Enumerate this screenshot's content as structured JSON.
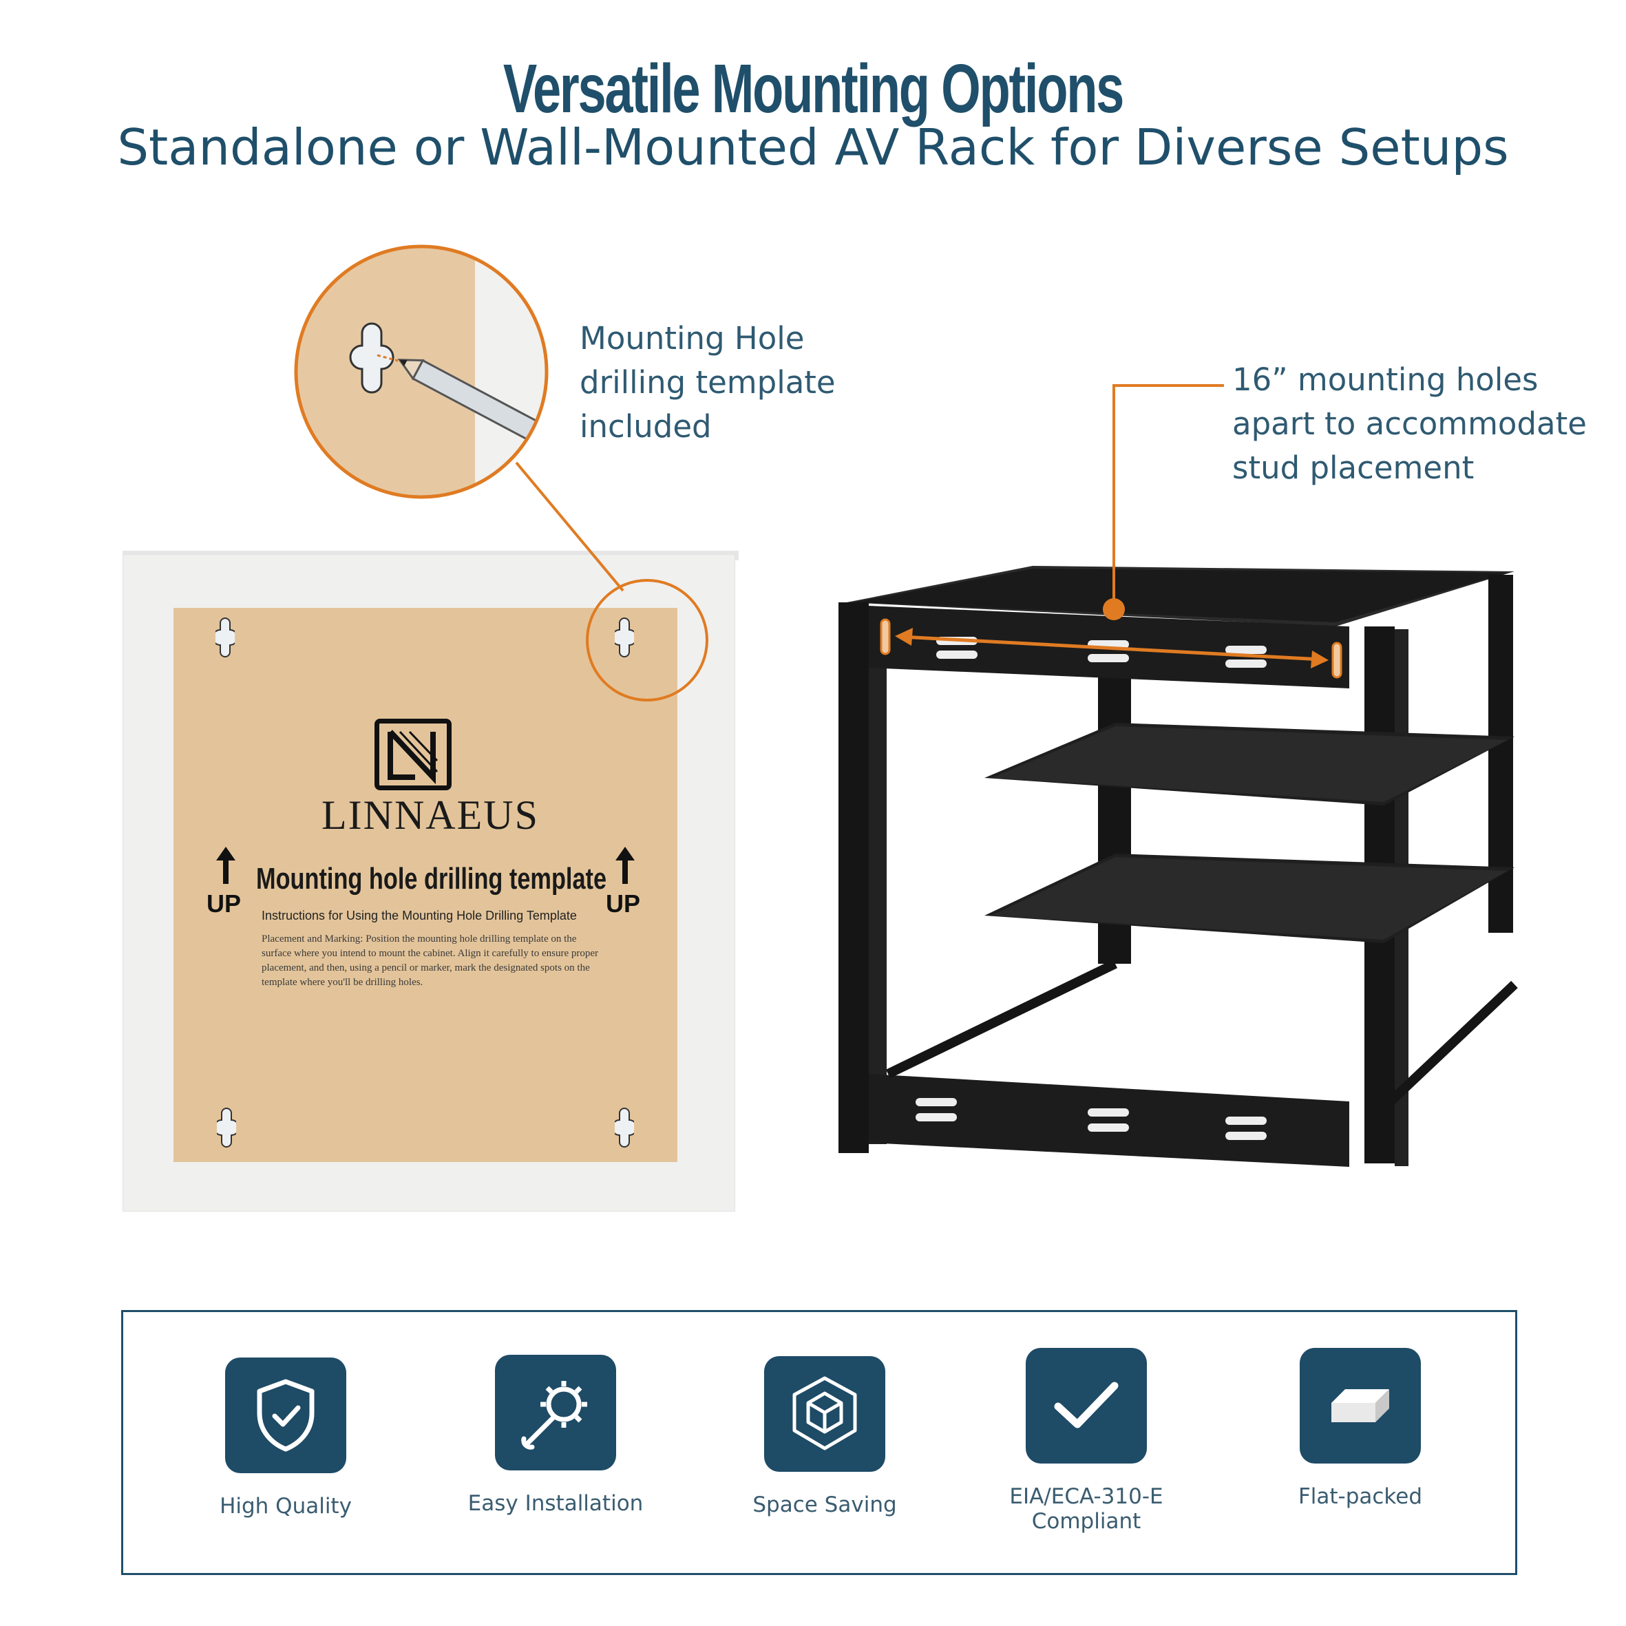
{
  "header": {
    "title": "Versatile Mounting Options",
    "subtitle": "Standalone or Wall-Mounted AV Rack for Diverse Setups"
  },
  "callouts": {
    "template_note": [
      "Mounting Hole",
      "drilling template",
      "included"
    ],
    "rack_note": [
      "16” mounting holes",
      "apart to accommodate",
      "stud placement"
    ]
  },
  "template": {
    "brand": "LINNAEUS",
    "heading": "Mounting hole drilling template",
    "up_label": "UP",
    "instructions_title": "Instructions for Using the Mounting Hole Drilling Template",
    "instructions_body": "Placement and Marking: Position the mounting hole drilling template on the surface where you intend to mount the cabinet. Align it carefully to ensure proper placement, and then, using a pencil or marker, mark the designated spots on the template where you'll be drilling holes."
  },
  "colors": {
    "brand_blue": "#1f4f6a",
    "icon_tile": "#1e4b66",
    "accent_orange": "#e07b22",
    "template_tan": "#e3c49a"
  },
  "features": [
    {
      "label": "High Quality",
      "icon": "shield-check-icon"
    },
    {
      "label": "Easy Installation",
      "icon": "wrench-gear-icon"
    },
    {
      "label": "Space Saving",
      "icon": "cube-icon"
    },
    {
      "label": "EIA/ECA-310-E\nCompliant",
      "icon": "checkmark-icon"
    },
    {
      "label": "Flat-packed",
      "icon": "flat-box-icon"
    }
  ]
}
